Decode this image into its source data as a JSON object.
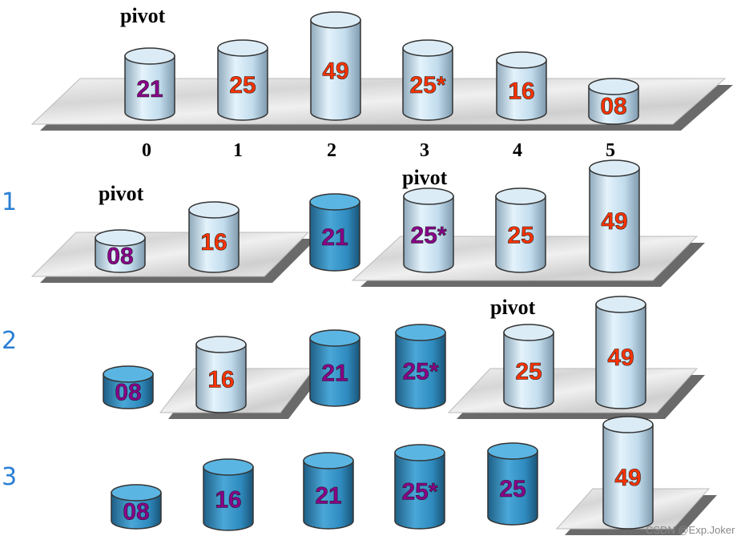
{
  "title": "Quick sort partition steps",
  "colors": {
    "pivot_text": "#8B008B",
    "other_text": "#FF3300",
    "step_label": "#2a7fd4",
    "unsorted_cylinder": "#c8dfee",
    "placed_cylinder": "#2f8bbf"
  },
  "pivot_label": "pivot",
  "indices": [
    "0",
    "1",
    "2",
    "3",
    "4",
    "5"
  ],
  "watermark": "CSDN @Exp.Joker",
  "rows": [
    {
      "step": "",
      "cylinders": [
        {
          "value": "21",
          "text": "pivot",
          "placed": false
        },
        {
          "value": "25",
          "text": "other",
          "placed": false
        },
        {
          "value": "49",
          "text": "other",
          "placed": false
        },
        {
          "value": "25*",
          "text": "other",
          "placed": false
        },
        {
          "value": "16",
          "text": "other",
          "placed": false
        },
        {
          "value": "08",
          "text": "other",
          "placed": false
        }
      ]
    },
    {
      "step": "1",
      "cylinders": [
        {
          "value": "08",
          "text": "pivot",
          "placed": false
        },
        {
          "value": "16",
          "text": "other",
          "placed": false
        },
        {
          "value": "21",
          "text": "pivot",
          "placed": true
        },
        {
          "value": "25*",
          "text": "pivot",
          "placed": false
        },
        {
          "value": "25",
          "text": "other",
          "placed": false
        },
        {
          "value": "49",
          "text": "other",
          "placed": false
        }
      ]
    },
    {
      "step": "2",
      "cylinders": [
        {
          "value": "08",
          "text": "pivot",
          "placed": true
        },
        {
          "value": "16",
          "text": "other",
          "placed": false
        },
        {
          "value": "21",
          "text": "pivot",
          "placed": true
        },
        {
          "value": "25*",
          "text": "pivot",
          "placed": true
        },
        {
          "value": "25",
          "text": "other",
          "placed": false
        },
        {
          "value": "49",
          "text": "other",
          "placed": false
        }
      ]
    },
    {
      "step": "3",
      "cylinders": [
        {
          "value": "08",
          "text": "pivot",
          "placed": true
        },
        {
          "value": "16",
          "text": "pivot",
          "placed": true
        },
        {
          "value": "21",
          "text": "pivot",
          "placed": true
        },
        {
          "value": "25*",
          "text": "pivot",
          "placed": true
        },
        {
          "value": "25",
          "text": "pivot",
          "placed": true
        },
        {
          "value": "49",
          "text": "other",
          "placed": false
        }
      ]
    }
  ]
}
